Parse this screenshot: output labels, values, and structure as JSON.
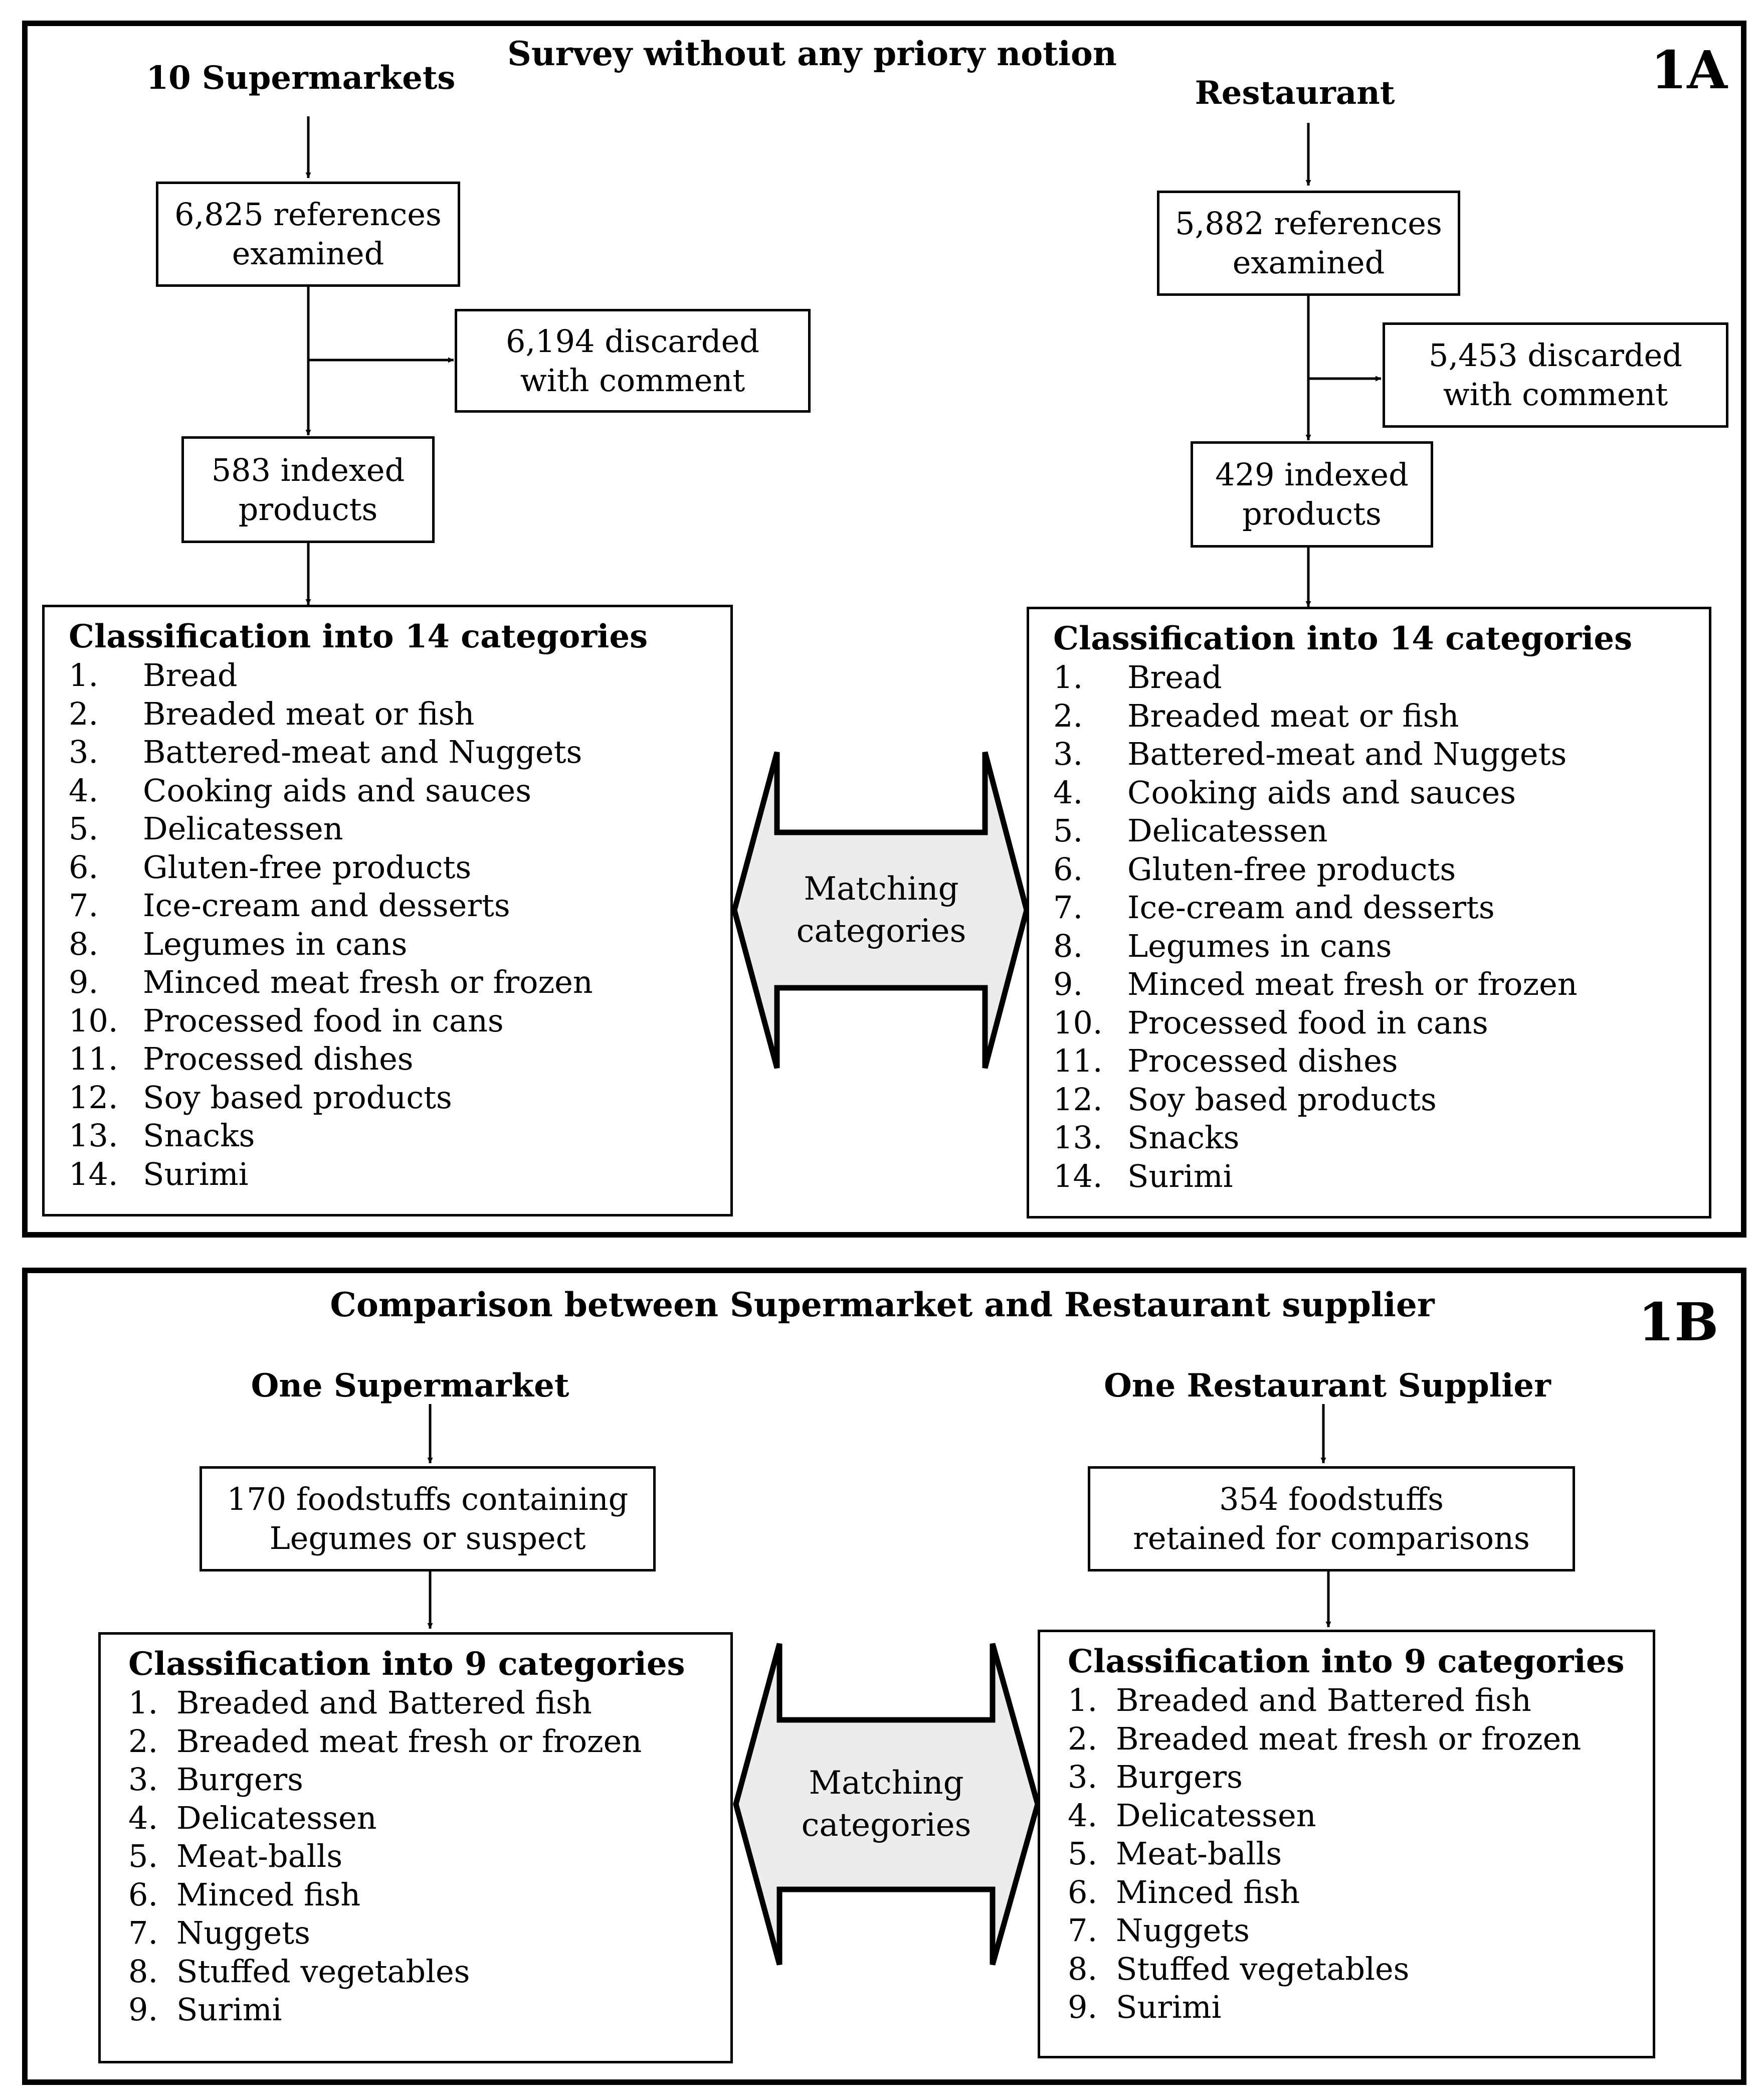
{
  "panelA": {
    "title": "Survey without any priory notion",
    "label": "1A",
    "left": {
      "source": "10 Supermarkets",
      "examined": [
        "6,825 references",
        "examined"
      ],
      "discarded": [
        "6,194 discarded",
        "with comment"
      ],
      "indexed": [
        "583 indexed",
        "products"
      ],
      "list_title": "Classification into 14 categories",
      "items": [
        {
          "num": "1.",
          "text": "Bread"
        },
        {
          "num": "2.",
          "text": "Breaded meat or fish"
        },
        {
          "num": "3.",
          "text": "Battered-meat and Nuggets"
        },
        {
          "num": "4.",
          "text": "Cooking aids and sauces"
        },
        {
          "num": "5.",
          "text": "Delicatessen"
        },
        {
          "num": "6.",
          "text": "Gluten-free products"
        },
        {
          "num": "7.",
          "text": "Ice-cream and desserts"
        },
        {
          "num": "8.",
          "text": "Legumes in cans"
        },
        {
          "num": "9.",
          "text": "Minced meat fresh or frozen"
        },
        {
          "num": "10.",
          "text": "Processed food in cans"
        },
        {
          "num": "11.",
          "text": "Processed dishes"
        },
        {
          "num": "12.",
          "text": "Soy based products"
        },
        {
          "num": "13.",
          "text": "Snacks"
        },
        {
          "num": "14.",
          "text": "Surimi"
        }
      ]
    },
    "right": {
      "source": "Restaurant",
      "examined": [
        "5,882 references",
        "examined"
      ],
      "discarded": [
        "5,453 discarded",
        "with comment"
      ],
      "indexed": [
        "429 indexed",
        "products"
      ],
      "list_title": "Classification into 14 categories",
      "items": [
        {
          "num": "1.",
          "text": "Bread"
        },
        {
          "num": "2.",
          "text": "Breaded meat or fish"
        },
        {
          "num": "3.",
          "text": "Battered-meat and Nuggets"
        },
        {
          "num": "4.",
          "text": "Cooking aids and sauces"
        },
        {
          "num": "5.",
          "text": "Delicatessen"
        },
        {
          "num": "6.",
          "text": "Gluten-free products"
        },
        {
          "num": "7.",
          "text": "Ice-cream and desserts"
        },
        {
          "num": "8.",
          "text": "Legumes in cans"
        },
        {
          "num": "9.",
          "text": "Minced meat fresh or frozen"
        },
        {
          "num": "10.",
          "text": "Processed food in cans"
        },
        {
          "num": "11.",
          "text": "Processed dishes"
        },
        {
          "num": "12.",
          "text": "Soy based products"
        },
        {
          "num": "13.",
          "text": "Snacks"
        },
        {
          "num": "14.",
          "text": "Surimi"
        }
      ]
    },
    "matching": [
      "Matching",
      "categories"
    ]
  },
  "panelB": {
    "title": "Comparison between Supermarket and Restaurant supplier",
    "label": "1B",
    "left": {
      "source": "One Supermarket",
      "retained": [
        "170 foodstuffs containing",
        "Legumes or suspect"
      ],
      "list_title": "Classification into 9 categories",
      "items": [
        {
          "num": "1.",
          "text": "Breaded and Battered fish"
        },
        {
          "num": "2.",
          "text": "Breaded meat fresh or frozen"
        },
        {
          "num": "3.",
          "text": "Burgers"
        },
        {
          "num": "4.",
          "text": "Delicatessen"
        },
        {
          "num": "5.",
          "text": "Meat-balls"
        },
        {
          "num": "6.",
          "text": "Minced fish"
        },
        {
          "num": "7.",
          "text": "Nuggets"
        },
        {
          "num": "8.",
          "text": "Stuffed vegetables"
        },
        {
          "num": "9.",
          "text": "Surimi"
        }
      ]
    },
    "right": {
      "source": "One Restaurant Supplier",
      "retained": [
        "354 foodstuffs",
        "retained for comparisons"
      ],
      "list_title": "Classification into 9 categories",
      "items": [
        {
          "num": "1.",
          "text": "Breaded and Battered fish"
        },
        {
          "num": "2.",
          "text": "Breaded meat fresh or frozen"
        },
        {
          "num": "3.",
          "text": "Burgers"
        },
        {
          "num": "4.",
          "text": "Delicatessen"
        },
        {
          "num": "5.",
          "text": "Meat-balls"
        },
        {
          "num": "6.",
          "text": "Minced fish"
        },
        {
          "num": "7.",
          "text": "Nuggets"
        },
        {
          "num": "8.",
          "text": "Stuffed vegetables"
        },
        {
          "num": "9.",
          "text": "Surimi"
        }
      ]
    },
    "matching": [
      "Matching",
      "categories"
    ]
  }
}
